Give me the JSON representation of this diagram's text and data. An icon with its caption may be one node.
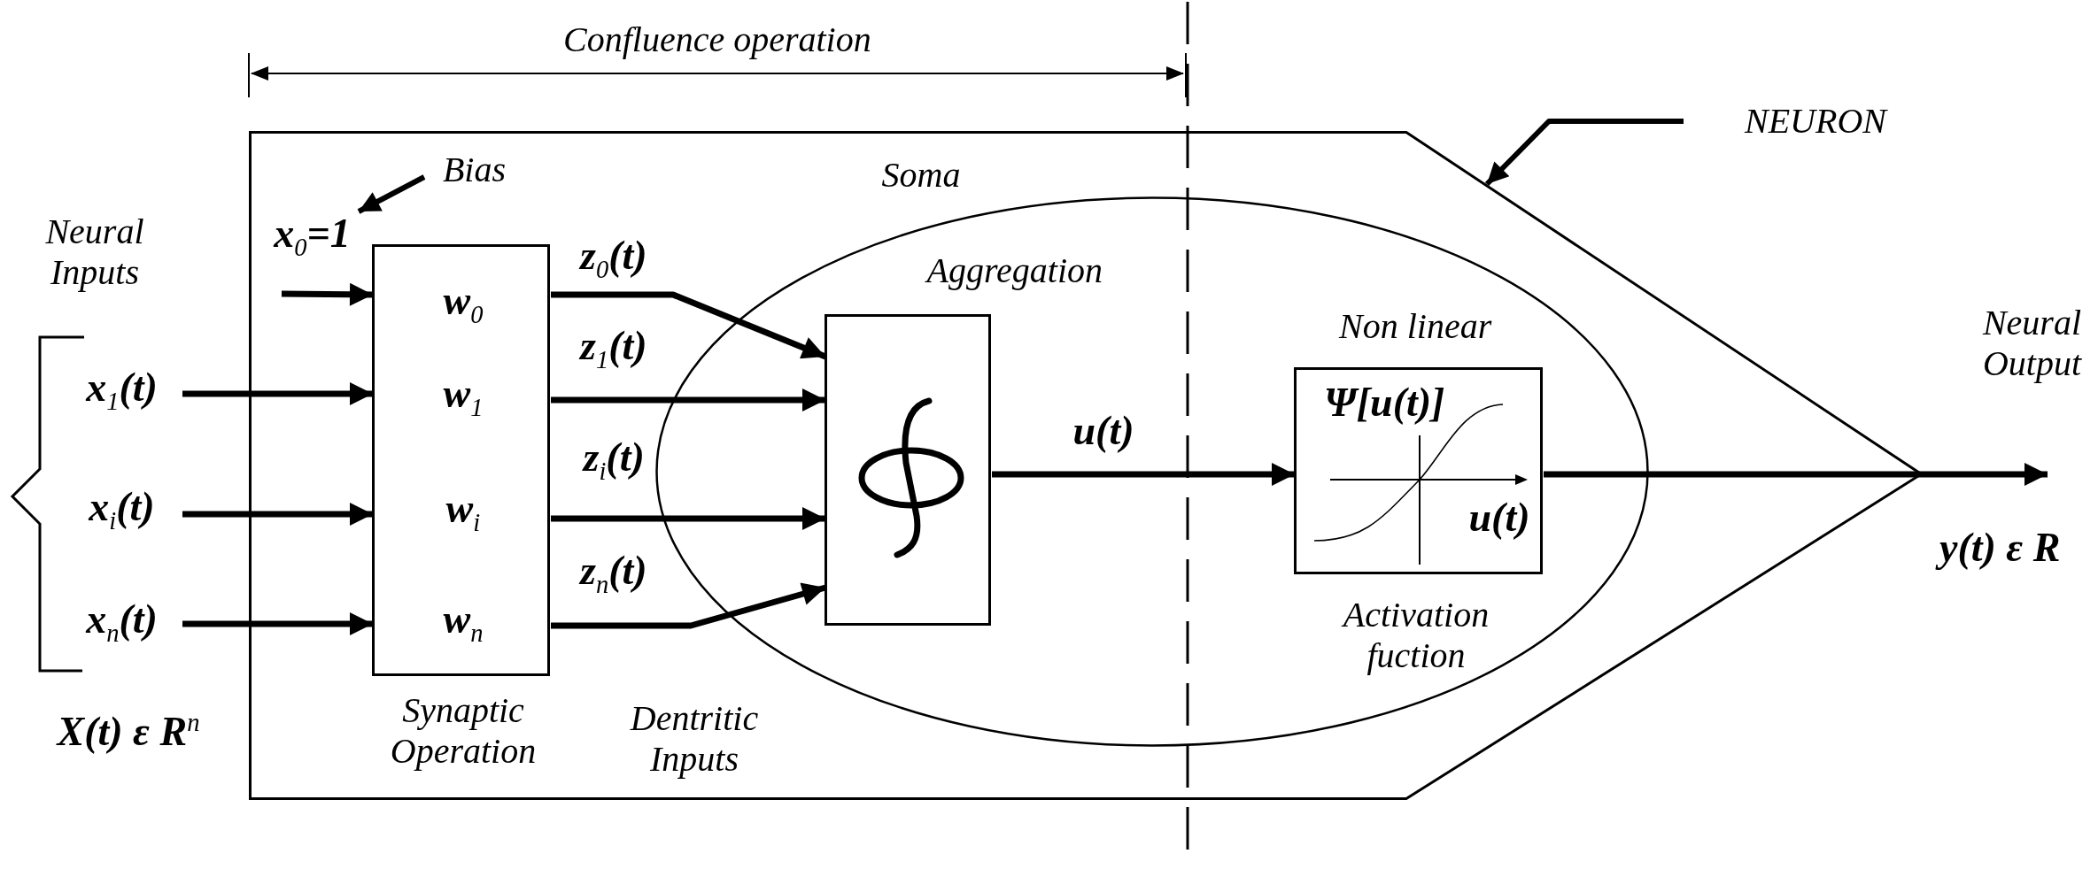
{
  "diagram": {
    "nodes": [
      {
        "text": [],
        "shape": "pentagon"
      },
      {
        "text": [
          "x$_{0}$=1"
        ],
        "in": 0
      },
      {
        "text": [
          "Bias"
        ],
        "in": 0
      },
      {
        "text": [
          "w$_{0}$",
          "w$_{1}$",
          "w$_{i}$",
          "w$_{n}$"
        ],
        "beside": [
          "Synaptic Operation"
        ],
        "in": 0
      },
      {
        "text": [
          "Soma"
        ],
        "in": 0
      },
      {
        "text": [
          "Aggregation"
        ],
        "in": 4
      },
      {
        "text": [
          "Non linear",
          "Ψ[u(t)]",
          "u(t)"
        ],
        "beside": [
          "Activation fuction"
        ],
        "in": 4
      },
      {
        "text": [
          "x$_{1}$(t)"
        ]
      },
      {
        "text": [
          "x$_{i}$(t)"
        ]
      },
      {
        "text": [
          "x$_{n}$(t)"
        ]
      },
      {
        "text": [
          "NEURON"
        ]
      }
    ],
    "edges": [
      {
        "from": 1,
        "to": 3,
        "arrow": "to"
      },
      {
        "from": 7,
        "to": 3,
        "arrow": "to"
      },
      {
        "from": 8,
        "to": 3,
        "arrow": "to"
      },
      {
        "from": 9,
        "to": 3,
        "arrow": "to"
      },
      {
        "from": 2,
        "to": 1,
        "arrow": "to"
      },
      {
        "from": 3,
        "to": 5,
        "label": "z$_{0}$(t)",
        "arrow": "to"
      },
      {
        "from": 3,
        "to": 5,
        "label": "z$_{1}$(t)",
        "arrow": "to"
      },
      {
        "from": 3,
        "to": 5,
        "label": "z$_{i}$(t)",
        "arrow": "to"
      },
      {
        "from": 3,
        "to": 5,
        "label": "z$_{n}$(t)",
        "arrow": "to"
      },
      {
        "from": 5,
        "to": 6,
        "label": "u(t)",
        "arrow": "to"
      },
      {
        "from": 6,
        "to": null,
        "arrow": "to"
      },
      {
        "from": 10,
        "to": 0,
        "arrow": "to"
      }
    ],
    "labels": [
      "Confluence operation",
      "Neural Inputs",
      "X(t) ε R$^{n}$",
      "Dentritic Inputs",
      "Neural Output",
      "y(t) ε R"
    ]
  }
}
